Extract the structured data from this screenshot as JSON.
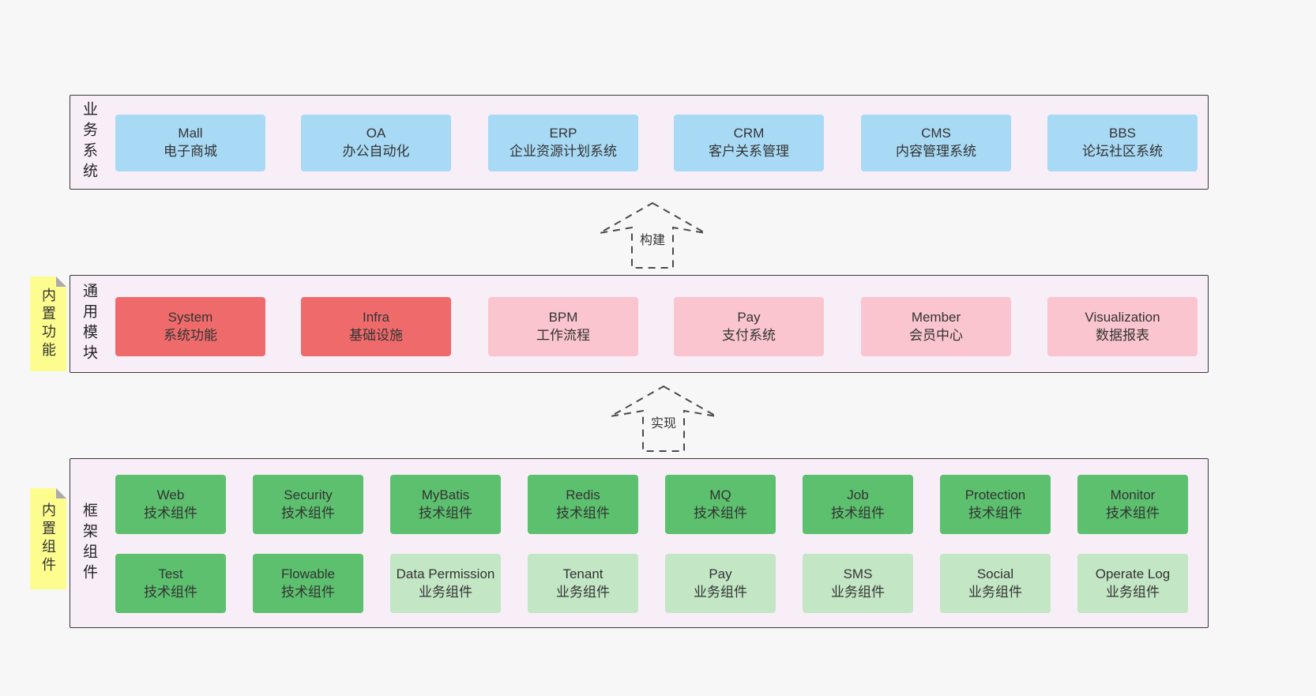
{
  "colors": {
    "page_bg": "#f7f7f7",
    "panel_bg": "#f8eef8",
    "panel_border": "#3a3a3a",
    "blue": "#a8daf5",
    "red": "#ef6b6b",
    "pink": "#fac5ce",
    "green_dark": "#5cc06e",
    "green_light": "#c3e6c5",
    "sticky_yellow": "#fdfd8f",
    "text": "#333333"
  },
  "panels": [
    {
      "label": "业务系统",
      "boxes": [
        {
          "title": "Mall",
          "subtitle": "电子商城",
          "variant": "blue"
        },
        {
          "title": "OA",
          "subtitle": "办公自动化",
          "variant": "blue"
        },
        {
          "title": "ERP",
          "subtitle": "企业资源计划系统",
          "variant": "blue"
        },
        {
          "title": "CRM",
          "subtitle": "客户关系管理",
          "variant": "blue"
        },
        {
          "title": "CMS",
          "subtitle": "内容管理系统",
          "variant": "blue"
        },
        {
          "title": "BBS",
          "subtitle": "论坛社区系统",
          "variant": "blue"
        }
      ]
    },
    {
      "label": "通用模块",
      "sticky": "内置功能",
      "boxes": [
        {
          "title": "System",
          "subtitle": "系统功能",
          "variant": "red"
        },
        {
          "title": "Infra",
          "subtitle": "基础设施",
          "variant": "red"
        },
        {
          "title": "BPM",
          "subtitle": "工作流程",
          "variant": "pink"
        },
        {
          "title": "Pay",
          "subtitle": "支付系统",
          "variant": "pink"
        },
        {
          "title": "Member",
          "subtitle": "会员中心",
          "variant": "pink"
        },
        {
          "title": "Visualization",
          "subtitle": "数据报表",
          "variant": "pink"
        }
      ]
    },
    {
      "label": "框架组件",
      "sticky": "内置组件",
      "boxes": [
        {
          "title": "Web",
          "subtitle": "技术组件",
          "variant": "green_dark"
        },
        {
          "title": "Security",
          "subtitle": "技术组件",
          "variant": "green_dark"
        },
        {
          "title": "MyBatis",
          "subtitle": "技术组件",
          "variant": "green_dark"
        },
        {
          "title": "Redis",
          "subtitle": "技术组件",
          "variant": "green_dark"
        },
        {
          "title": "MQ",
          "subtitle": "技术组件",
          "variant": "green_dark"
        },
        {
          "title": "Job",
          "subtitle": "技术组件",
          "variant": "green_dark"
        },
        {
          "title": "Protection",
          "subtitle": "技术组件",
          "variant": "green_dark"
        },
        {
          "title": "Monitor",
          "subtitle": "技术组件",
          "variant": "green_dark"
        },
        {
          "title": "Test",
          "subtitle": "技术组件",
          "variant": "green_dark"
        },
        {
          "title": "Flowable",
          "subtitle": "技术组件",
          "variant": "green_dark"
        },
        {
          "title": "Data Permission",
          "subtitle": "业务组件",
          "variant": "green_light"
        },
        {
          "title": "Tenant",
          "subtitle": "业务组件",
          "variant": "green_light"
        },
        {
          "title": "Pay",
          "subtitle": "业务组件",
          "variant": "green_light"
        },
        {
          "title": "SMS",
          "subtitle": "业务组件",
          "variant": "green_light"
        },
        {
          "title": "Social",
          "subtitle": "业务组件",
          "variant": "green_light"
        },
        {
          "title": "Operate Log",
          "subtitle": "业务组件",
          "variant": "green_light"
        }
      ]
    }
  ],
  "arrows": [
    {
      "label": "构建"
    },
    {
      "label": "实现"
    }
  ]
}
